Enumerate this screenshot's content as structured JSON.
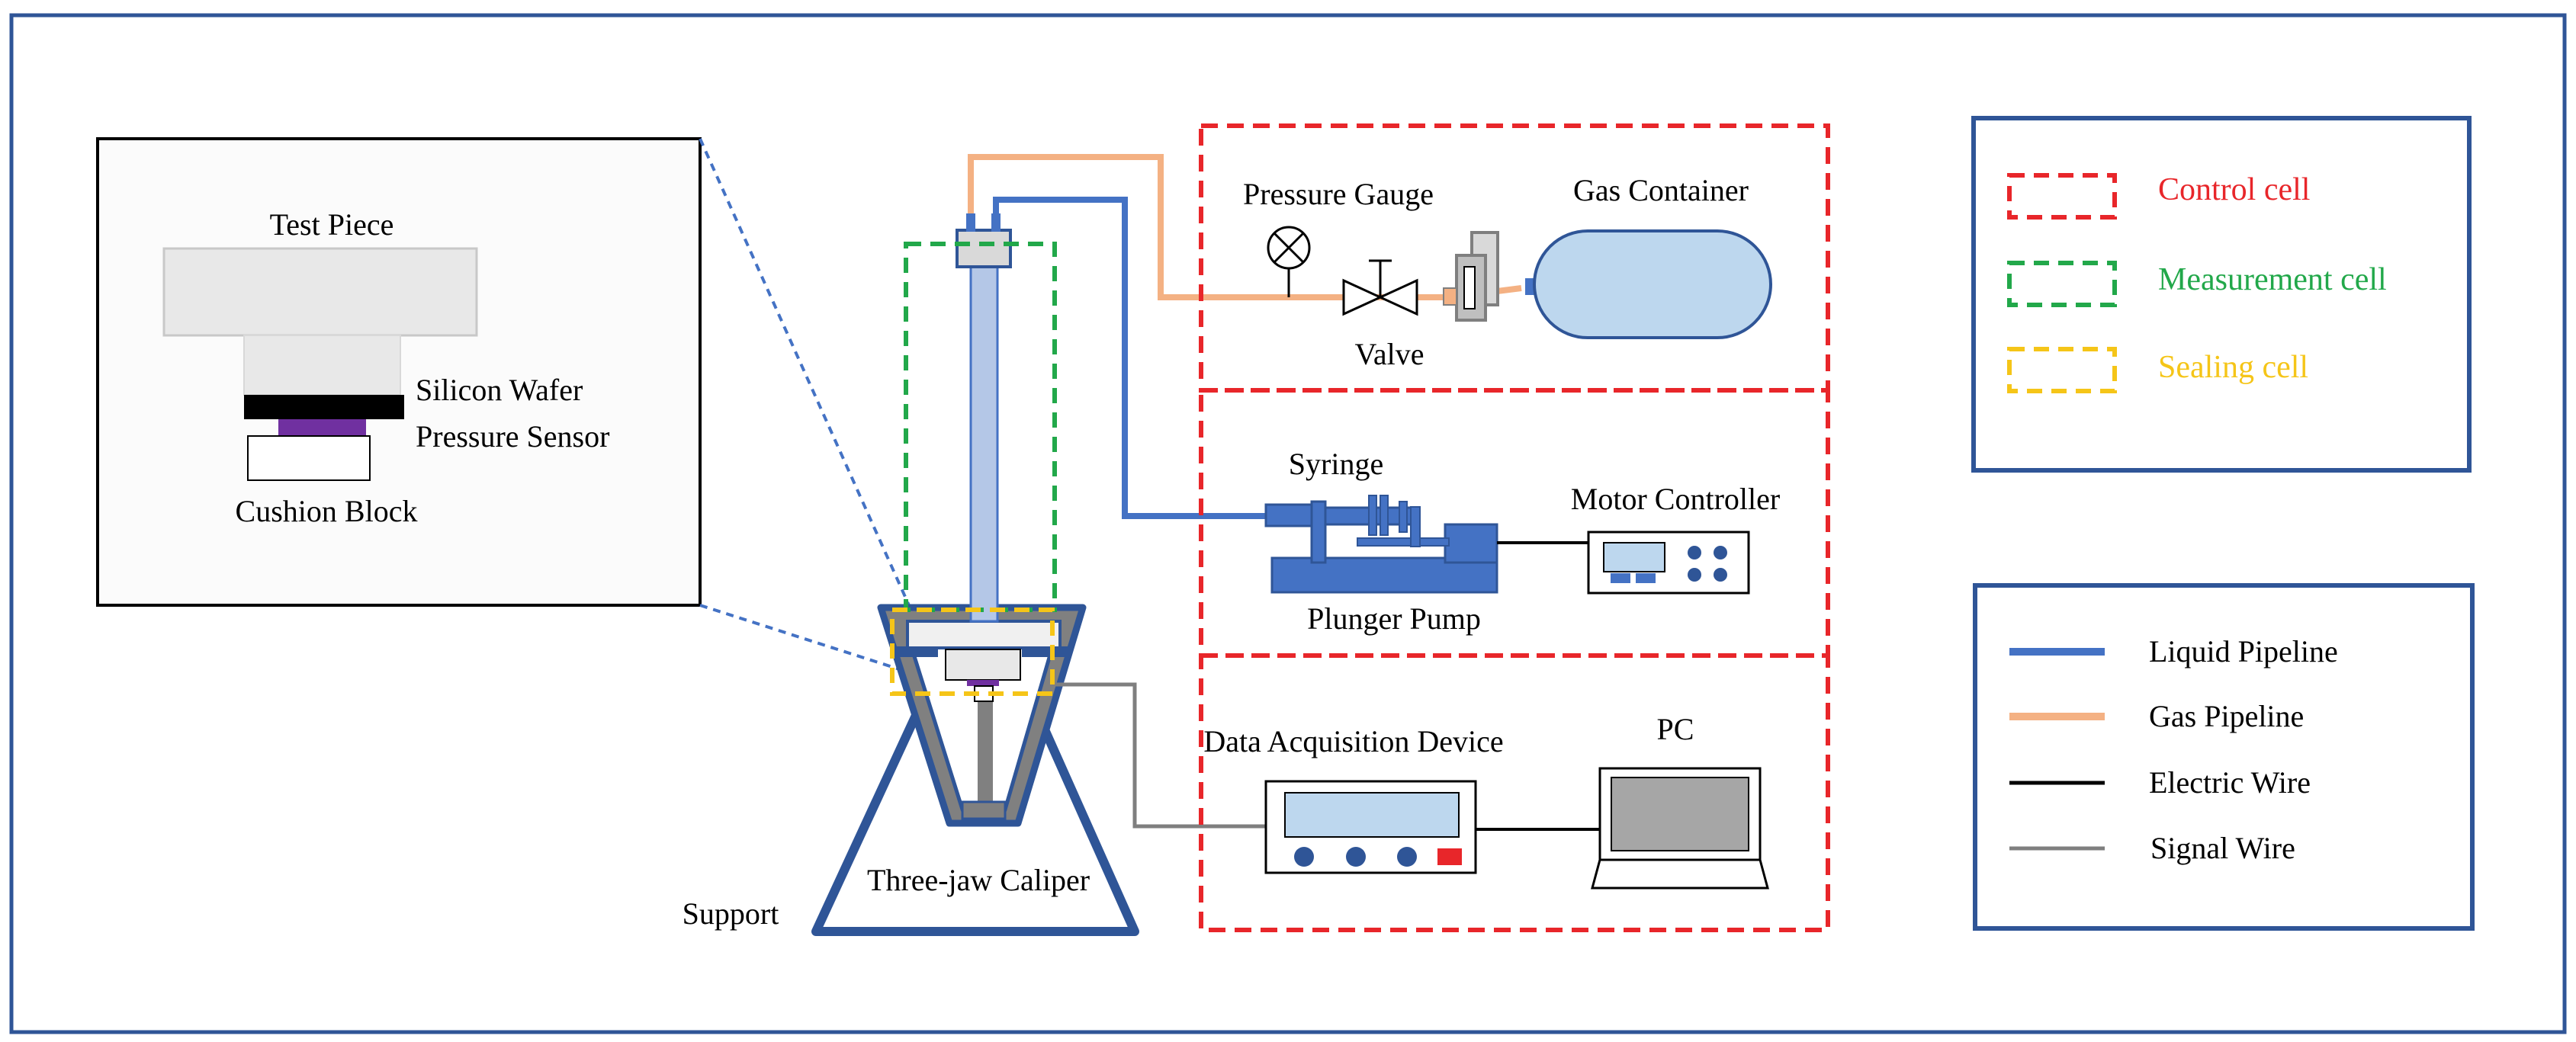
{
  "inset": {
    "test_piece_label": "Test Piece",
    "silicon_wafer_label": "Silicon Wafer",
    "pressure_sensor_label": "Pressure Sensor",
    "cushion_block_label": "Cushion Block"
  },
  "apparatus": {
    "pressure_gauge_label": "Pressure Gauge",
    "gas_container_label": "Gas Container",
    "valve_label": "Valve",
    "syringe_label": "Syringe",
    "motor_controller_label": "Motor Controller",
    "plunger_pump_label": "Plunger Pump",
    "data_acquisition_label": "Data Acquisition Device",
    "pc_label": "PC",
    "three_jaw_caliper_label": "Three-jaw Caliper",
    "support_label": "Support"
  },
  "legend_cells": {
    "items": [
      {
        "label": "Control cell",
        "color": "#e8262a"
      },
      {
        "label": "Measurement cell",
        "color": "#22a84a"
      },
      {
        "label": "Sealing cell",
        "color": "#f5c518"
      }
    ]
  },
  "legend_lines": {
    "items": [
      {
        "label": "Liquid Pipeline",
        "color": "#4472c4"
      },
      {
        "label": "Gas Pipeline",
        "color": "#f4b183"
      },
      {
        "label": "Electric Wire",
        "color": "#000000"
      },
      {
        "label": "Signal Wire",
        "color": "#7f7f7f"
      }
    ]
  },
  "colors": {
    "frame": "#2f5597",
    "pump_blue": "#4472c4",
    "tube_fill": "#b4c7e7",
    "container_fill": "#bdd7ee",
    "sensor_purple": "#7030a0"
  }
}
